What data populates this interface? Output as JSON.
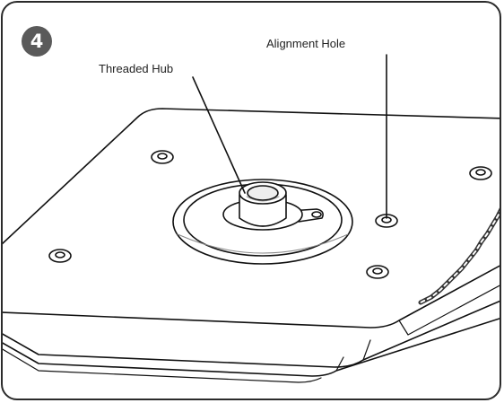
{
  "step": {
    "number": "4"
  },
  "callouts": {
    "threaded_hub": "Threaded Hub",
    "alignment_hole": "Alignment Hole"
  },
  "colors": {
    "frame": "#2b2b2b",
    "badge": "#5a5a5a",
    "line": "#111111",
    "shade": "#dddddd"
  }
}
